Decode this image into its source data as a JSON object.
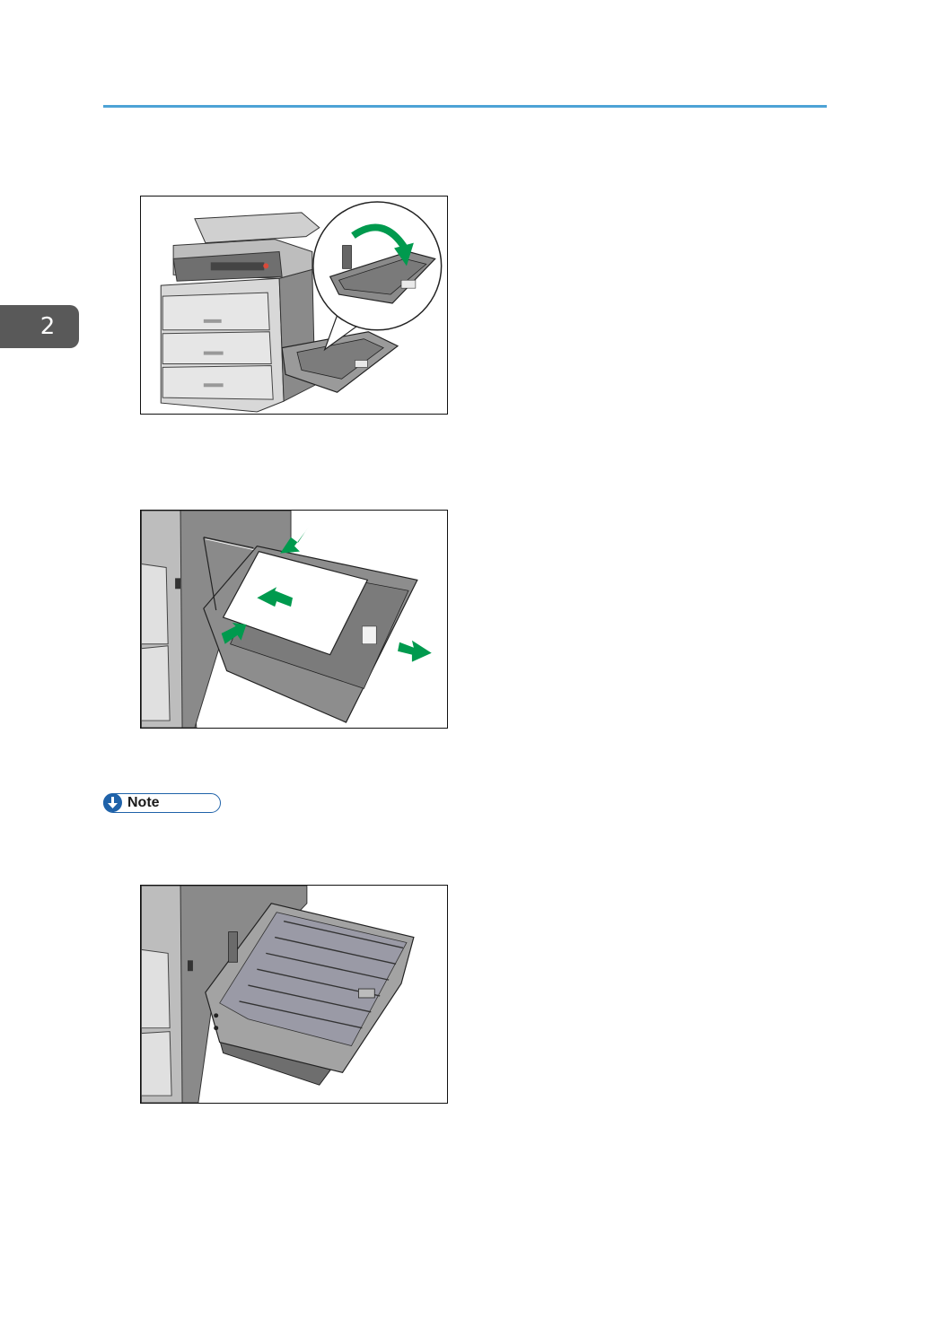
{
  "chapter": {
    "number": "2"
  },
  "note": {
    "label": "Note",
    "icon": "down-arrow-circle-icon"
  },
  "colors": {
    "accent_rule": "#4da3d6",
    "tab_bg": "#595959",
    "note_blue": "#1f62a9",
    "arrow_green": "#009a4e"
  },
  "figures": [
    {
      "name": "open-bypass-tray-illustration"
    },
    {
      "name": "load-paper-bypass-tray-illustration"
    },
    {
      "name": "bypass-tray-extended-illustration"
    }
  ]
}
